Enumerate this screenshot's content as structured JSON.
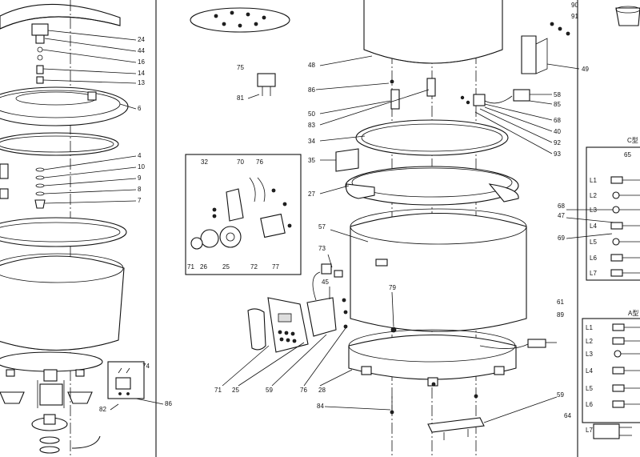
{
  "callouts": {
    "c24": "24",
    "c44": "44",
    "c16": "16",
    "c14": "14",
    "c13": "13",
    "c6": "6",
    "c4": "4",
    "c10": "10",
    "c9": "9",
    "c8": "8",
    "c7": "7",
    "c75": "75",
    "c81": "81",
    "c86": "86",
    "c48": "48",
    "c50": "50",
    "c83": "83",
    "c34": "34",
    "c35": "35",
    "c27": "27",
    "c57": "57",
    "c73": "73",
    "c45": "45",
    "c79": "79",
    "c32": "32",
    "c70": "70",
    "c76a": "76",
    "c71a": "71",
    "c26": "26",
    "c25a": "25",
    "c72": "72",
    "c77": "77",
    "c71b": "71",
    "c25b": "25",
    "c59a": "59",
    "c76b": "76",
    "c28": "28",
    "c84": "84",
    "c74": "74",
    "c82": "82",
    "c86b": "86",
    "c90": "90",
    "c91": "91",
    "c49": "49",
    "c58": "58",
    "c85": "85",
    "c68a": "68",
    "c40": "40",
    "c92": "92",
    "c93": "93",
    "c61": "61",
    "c89": "89",
    "c59b": "59",
    "c64": "64",
    "c65": "65",
    "c68b": "68",
    "c47": "47",
    "c69": "69"
  },
  "legend_top": {
    "header": "C型",
    "rows": [
      "L1",
      "L2",
      "L3",
      "L4",
      "L5",
      "L6",
      "L7"
    ]
  },
  "legend_bottom": {
    "header": "A型",
    "rows": [
      "L1",
      "L2",
      "L3",
      "L4",
      "L5",
      "L6",
      "L7"
    ]
  }
}
